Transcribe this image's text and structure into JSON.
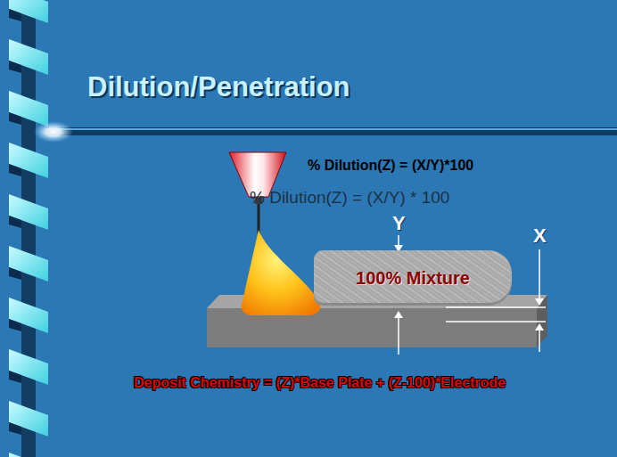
{
  "diagram": {
    "title": "Dilution/Penetration",
    "nodes": [
      {
        "text": [
          "100% Mixture"
        ]
      }
    ],
    "labels": [
      "% Dilution(Z) = (X/Y)*100",
      "% Dilution(Z) = (X/Y) * 100",
      "Y",
      "X",
      "Deposit Chemistry = (Z)*Base Plate + (Z-100)*Electrode"
    ]
  }
}
